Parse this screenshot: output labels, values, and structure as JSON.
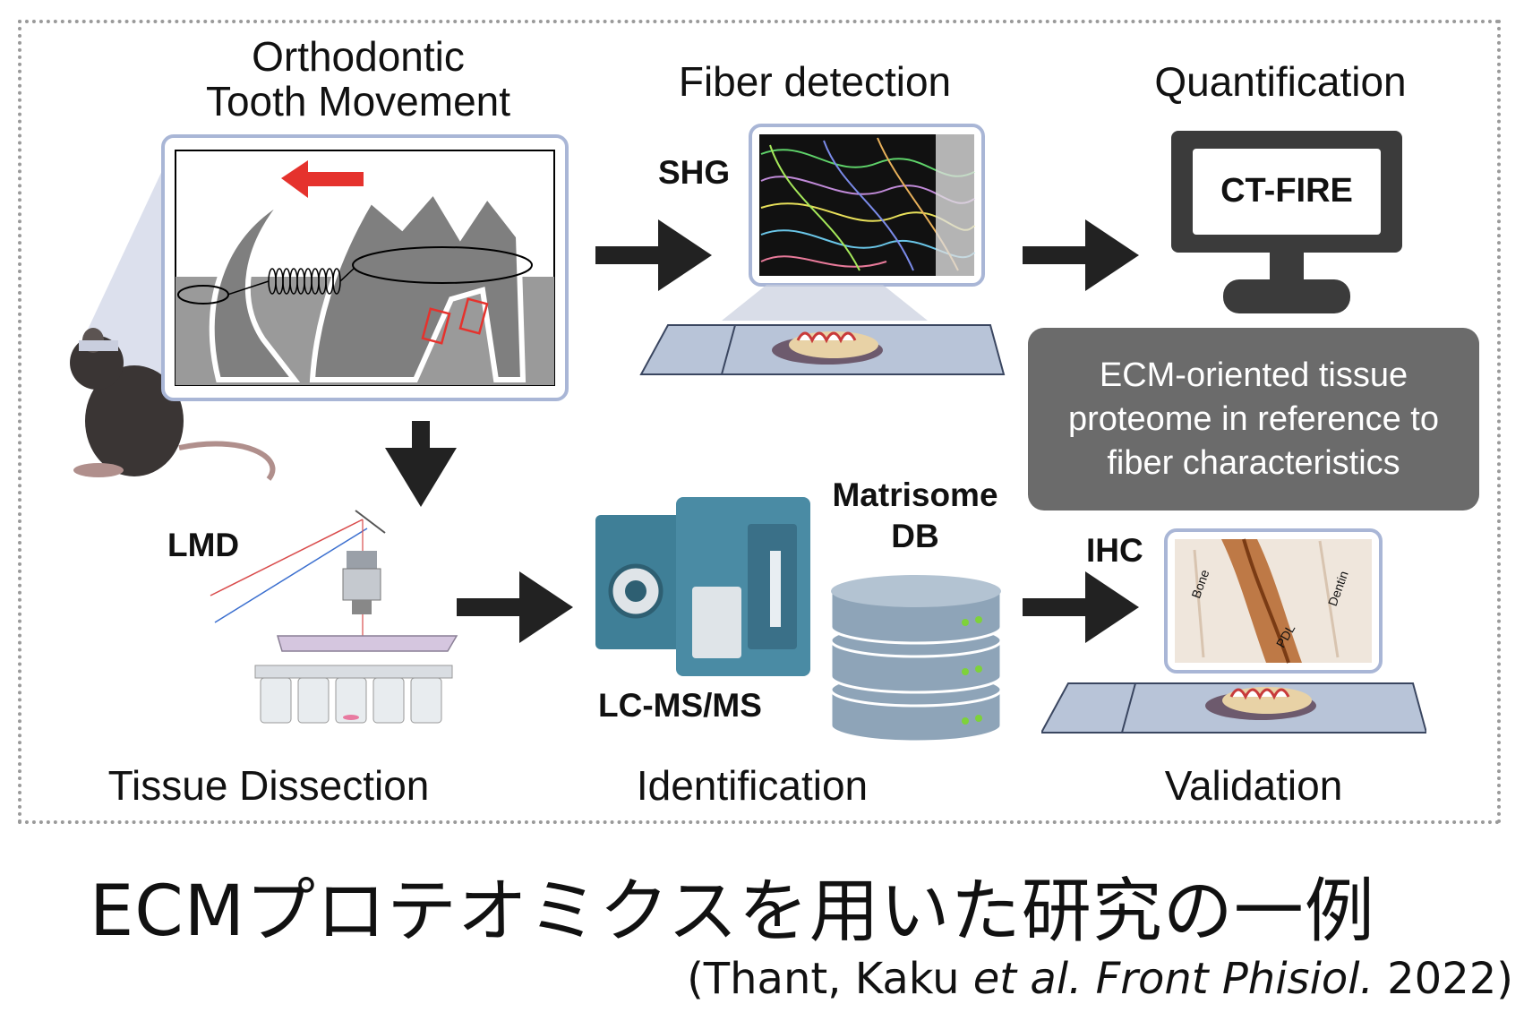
{
  "headers": {
    "otm_line1": "Orthodontic",
    "otm_line2": "Tooth Movement",
    "fiber_detection": "Fiber detection",
    "quantification": "Quantification"
  },
  "labels": {
    "shg": "SHG",
    "ct_fire": "CT-FIRE",
    "lmd": "LMD",
    "matrisome_line1": "Matrisome",
    "matrisome_line2": "DB",
    "lcms": "LC-MS/MS",
    "ihc": "IHC"
  },
  "ihc_annotations": {
    "bone": "Bone",
    "dentin": "Dentin",
    "pdl": "PDL"
  },
  "gray_box": {
    "line1": "ECM-oriented tissue",
    "line2": "proteome in reference to",
    "line3": "fiber characteristics"
  },
  "stages": {
    "tissue_dissection": "Tissue Dissection",
    "identification": "Identification",
    "validation": "Validation"
  },
  "title": "ECMプロテオミクスを用いた研究の一例",
  "citation": {
    "prefix": "(Thant, Kaku ",
    "italic": "et al. Front Phisiol.",
    "suffix": " 2022)"
  },
  "colors": {
    "panel_border": "#a9b6d6",
    "red_arrow": "#e5322d",
    "gray_box": "#6b6b6b",
    "instrument": "#3f7f97"
  }
}
